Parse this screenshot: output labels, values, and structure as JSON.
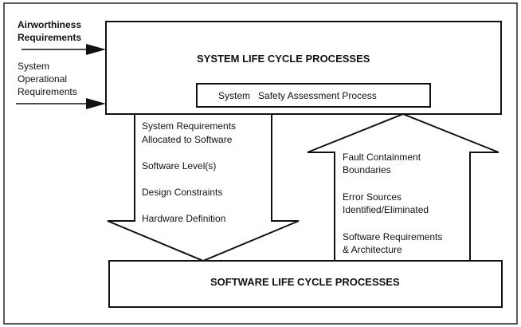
{
  "inputs": {
    "airworthiness": [
      "Airworthiness",
      "Requirements"
    ],
    "operational": [
      "System",
      "Operational",
      "Requirements"
    ]
  },
  "system_box": {
    "title": "SYSTEM LIFE CYCLE PROCESSES",
    "inner": "System   Safety Assessment Process"
  },
  "down_arrow": {
    "items": [
      "System Requirements",
      "Allocated to Software",
      "Software Level(s)",
      "Design Constraints",
      "Hardware Definition"
    ]
  },
  "up_arrow": {
    "items": [
      "Fault Containment",
      "Boundaries",
      "Error Sources",
      "Identified/Eliminated",
      "Software Requirements",
      "& Architecture"
    ]
  },
  "software_box": {
    "title": "SOFTWARE LIFE CYCLE PROCESSES"
  }
}
